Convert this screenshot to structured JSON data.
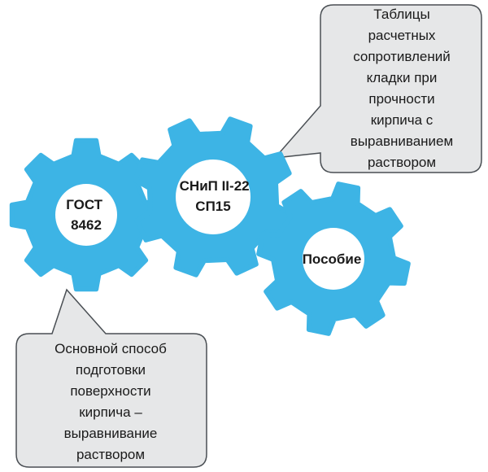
{
  "gears": [
    {
      "id": "gost",
      "label_lines": [
        "ГОСТ",
        "8462"
      ]
    },
    {
      "id": "snip",
      "label_lines": [
        "СНиП II-22",
        "СП15"
      ]
    },
    {
      "id": "posobie",
      "label_lines": [
        "Пособие"
      ]
    }
  ],
  "callouts": {
    "top": {
      "text": "Таблицы\nрасчетных\nсопротивлений\nкладки при\nпрочности\nкирпича с\nвыравниванием\nраствором"
    },
    "bottom": {
      "text": "Основной способ\nподготовки\nповерхности\nкирпича –\nвыравнивание\nраствором"
    }
  },
  "colors": {
    "gear_fill": "#3db4e5",
    "gear_hub": "#ffffff",
    "callout_fill": "#e6e7e8",
    "callout_stroke": "#4a4f54",
    "text": "#1a1a1a"
  }
}
